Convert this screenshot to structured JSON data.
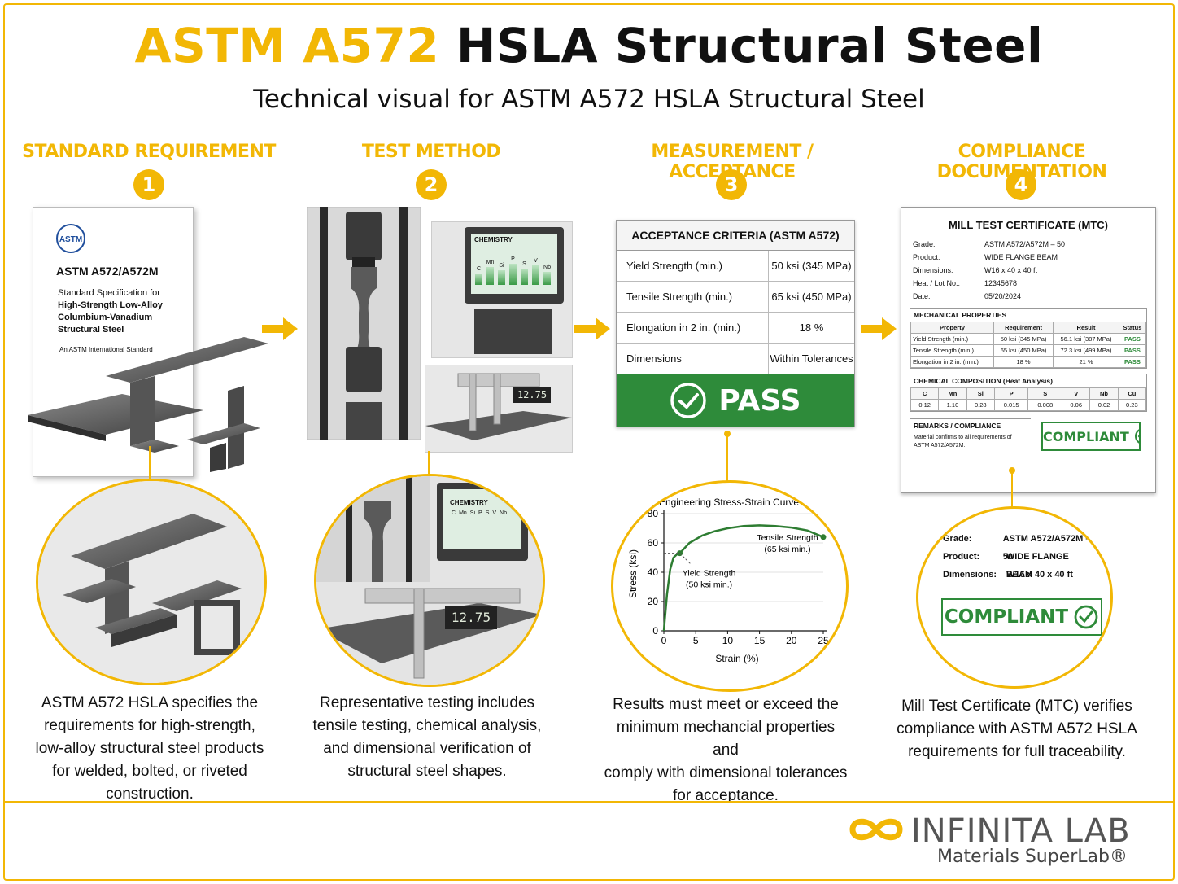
{
  "header": {
    "title_accent": "ASTM A572",
    "title_rest": " HSLA Structural Steel",
    "subtitle": "Technical visual for ASTM A572 HSLA Structural Steel"
  },
  "steps": [
    {
      "num": "1",
      "heading": "STANDARD REQUIREMENT",
      "desc": [
        "ASTM A572 HSLA specifies the",
        "requirements for high-strength,",
        "low-alloy structural steel products",
        "for welded, bolted, or riveted construction."
      ]
    },
    {
      "num": "2",
      "heading": "TEST METHOD",
      "desc": [
        "Representative testing includes",
        "tensile testing, chemical analysis,",
        "and dimensional verification of",
        "structural steel shapes."
      ]
    },
    {
      "num": "3",
      "heading": "MEASUREMENT / ACCEPTANCE",
      "desc": [
        "Results must meet or exceed the",
        "minimum mechancial properties and",
        "comply with dimensional tolerances",
        "for acceptance."
      ]
    },
    {
      "num": "4",
      "heading": "COMPLIANCE DOCUMENTATION",
      "desc": [
        "Mill Test Certificate (MTC) verifies",
        "compliance with ASTM A572 HSLA",
        "requirements for full traceability."
      ]
    }
  ],
  "standard_doc": {
    "logo": "ASTM",
    "code": "ASTM A572/A572M",
    "lines": [
      "Standard Specification for",
      "High-Strength Low-Alloy",
      "Columbium-Vanadium",
      "Structural Steel"
    ],
    "footer": "An ASTM International Standard"
  },
  "test_screen": {
    "label": "CHEMISTRY",
    "elements": [
      "C",
      "Mn",
      "Si",
      "P",
      "S",
      "V",
      "Nb"
    ],
    "caliper_reading": "12.75",
    "caliper_reading_zoom": "12.75"
  },
  "acceptance": {
    "title": "ACCEPTANCE CRITERIA (ASTM A572)",
    "rows": [
      {
        "k": "Yield Strength (min.)",
        "v": "50 ksi (345 MPa)"
      },
      {
        "k": "Tensile Strength (min.)",
        "v": "65 ksi (450 MPa)"
      },
      {
        "k": "Elongation in 2 in. (min.)",
        "v": "18 %"
      },
      {
        "k": "Dimensions",
        "v": "Within Tolerances"
      }
    ],
    "pass_label": "PASS"
  },
  "chart_data": {
    "type": "line",
    "title": "Engineering Stress-Strain Curve",
    "xlabel": "Strain (%)",
    "ylabel": "Stress (ksi)",
    "xlim": [
      0,
      25
    ],
    "ylim": [
      0,
      80
    ],
    "xticks": [
      0,
      5,
      10,
      15,
      20,
      25
    ],
    "yticks": [
      0,
      20,
      40,
      60,
      80
    ],
    "x": [
      0,
      0.5,
      1,
      1.5,
      2,
      2.5,
      4,
      6,
      8,
      10,
      12.5,
      15,
      17.5,
      20,
      22.5,
      25
    ],
    "y": [
      0,
      25,
      42,
      50,
      52,
      53,
      60,
      65,
      68,
      70,
      71.5,
      72,
      71.5,
      70.5,
      68.5,
      64
    ],
    "annotations": [
      {
        "text": [
          "Yield Strength",
          "(50 ksi min.)"
        ],
        "x": 2.5,
        "y": 53
      },
      {
        "text": [
          "Tensile Strength",
          "(65 ksi min.)"
        ],
        "x": 25,
        "y": 64
      }
    ]
  },
  "mtc": {
    "title": "MILL TEST CERTIFICATE (MTC)",
    "info": [
      {
        "k": "Grade:",
        "v": "ASTM A572/A572M – 50"
      },
      {
        "k": "Product:",
        "v": "WIDE FLANGE BEAM"
      },
      {
        "k": "Dimensions:",
        "v": "W16 x 40 x 40 ft"
      },
      {
        "k": "Heat / Lot No.:",
        "v": "12345678"
      },
      {
        "k": "Date:",
        "v": "05/20/2024"
      }
    ],
    "mech_title": "MECHANICAL PROPERTIES",
    "mech_headers": [
      "Property",
      "Requirement",
      "Result",
      "Status"
    ],
    "mech_rows": [
      [
        "Yield Strength (min.)",
        "50 ksi (345 MPa)",
        "56.1 ksi (387 MPa)",
        "PASS"
      ],
      [
        "Tensile Strength (min.)",
        "65 ksi (450 MPa)",
        "72.3 ksi (499 MPa)",
        "PASS"
      ],
      [
        "Elongation in 2 in. (min.)",
        "18 %",
        "21 %",
        "PASS"
      ]
    ],
    "chem_title": "CHEMICAL COMPOSITION (Heat Analysis)",
    "chem_headers": [
      "C",
      "Mn",
      "Si",
      "P",
      "S",
      "V",
      "Nb",
      "Cu"
    ],
    "chem_values": [
      "0.12",
      "1.10",
      "0.28",
      "0.015",
      "0.008",
      "0.06",
      "0.02",
      "0.23"
    ],
    "remarks_title": "REMARKS / COMPLIANCE",
    "remarks_text": [
      "Material confirms to all requirements of",
      "ASTM A572/A572M."
    ],
    "compliant_label": "COMPLIANT"
  },
  "mtc_zoom": {
    "info": [
      {
        "k": "Grade:",
        "v": "ASTM A572/A572M – 50"
      },
      {
        "k": "Product:",
        "v": "WIDE FLANGE BEAM"
      },
      {
        "k": "Dimensions:",
        "v": "W16 x 40 x 40 ft"
      }
    ],
    "compliant_label": "COMPLIANT"
  },
  "footer": {
    "brand": "INFINITA LAB",
    "tagline": "Materials SuperLab®"
  },
  "colors": {
    "accent": "#f2b705",
    "pass_green": "#2e8b3a"
  }
}
